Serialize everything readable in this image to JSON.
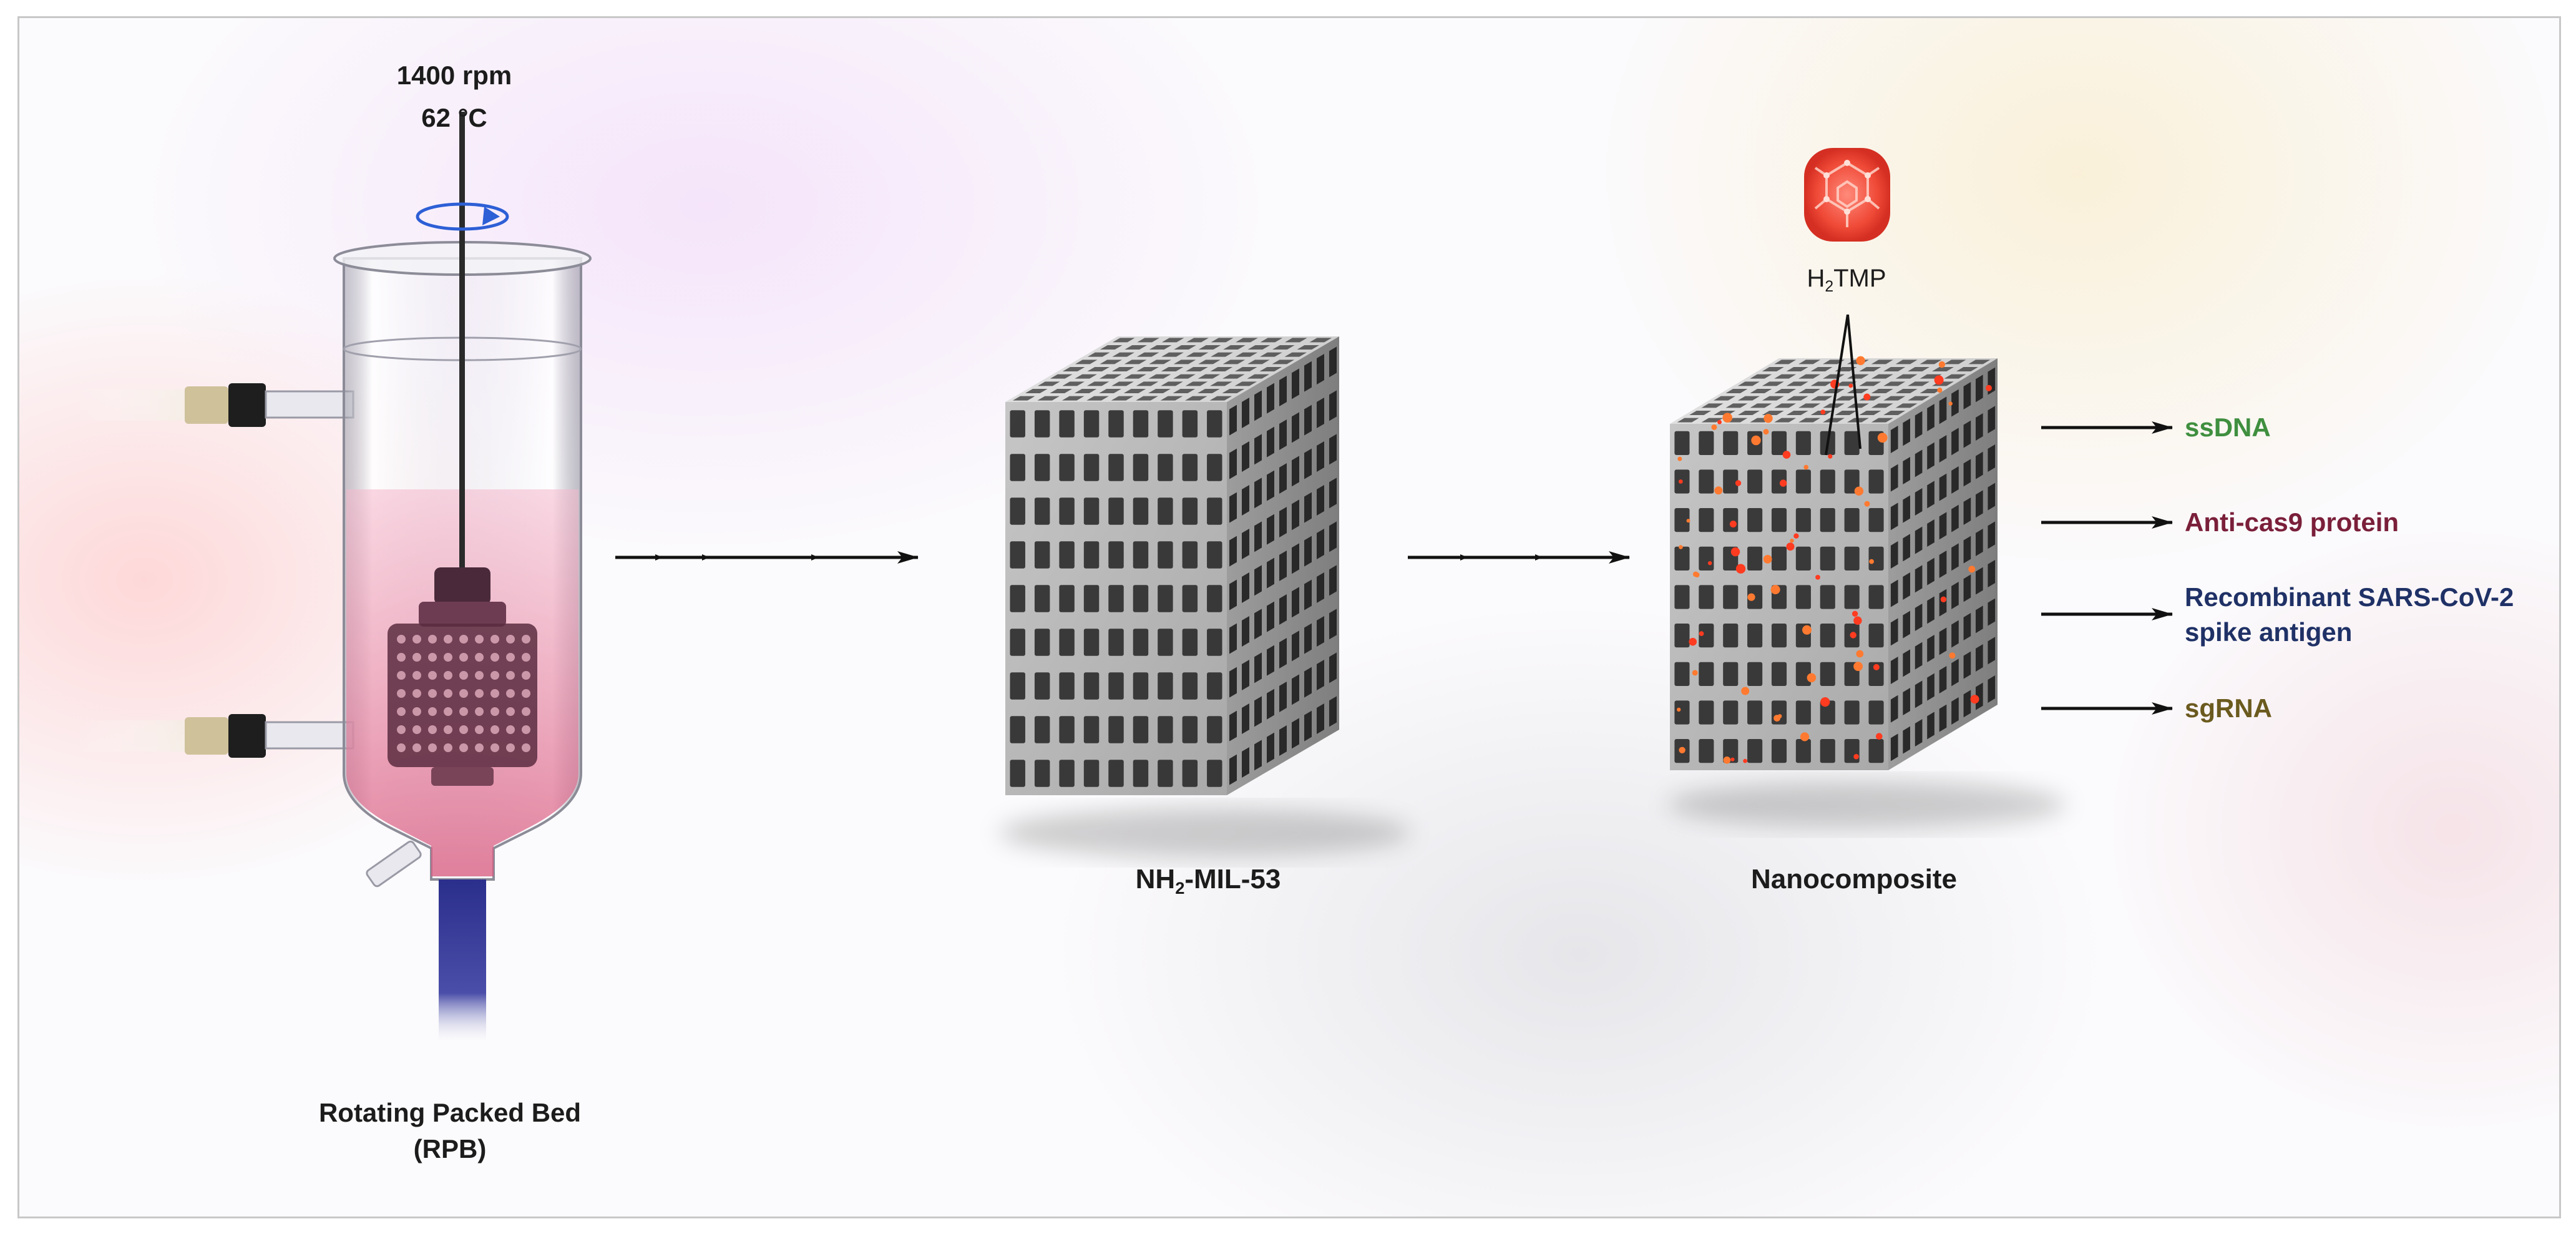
{
  "reactor": {
    "speed": "1400 rpm",
    "temperature": "62 °C",
    "name_line1": "Rotating Packed Bed",
    "name_line2": "(RPB)"
  },
  "mof": {
    "prefix": "NH",
    "sub": "2",
    "suffix": "-MIL-53"
  },
  "ligand": {
    "prefix": "H",
    "sub": "2",
    "suffix": "TMP"
  },
  "composite": {
    "label": "Nanocomposite"
  },
  "targets": [
    {
      "line1": "ssDNA",
      "line2": "",
      "color": "#3f8f3f"
    },
    {
      "line1": "Anti-cas9 protein",
      "line2": "",
      "color": "#7a1f3a"
    },
    {
      "line1": "Recombinant SARS-CoV-2",
      "line2": "spike antigen",
      "color": "#1f3166"
    },
    {
      "line1": "sgRNA",
      "line2": "",
      "color": "#6b5a1e"
    }
  ]
}
